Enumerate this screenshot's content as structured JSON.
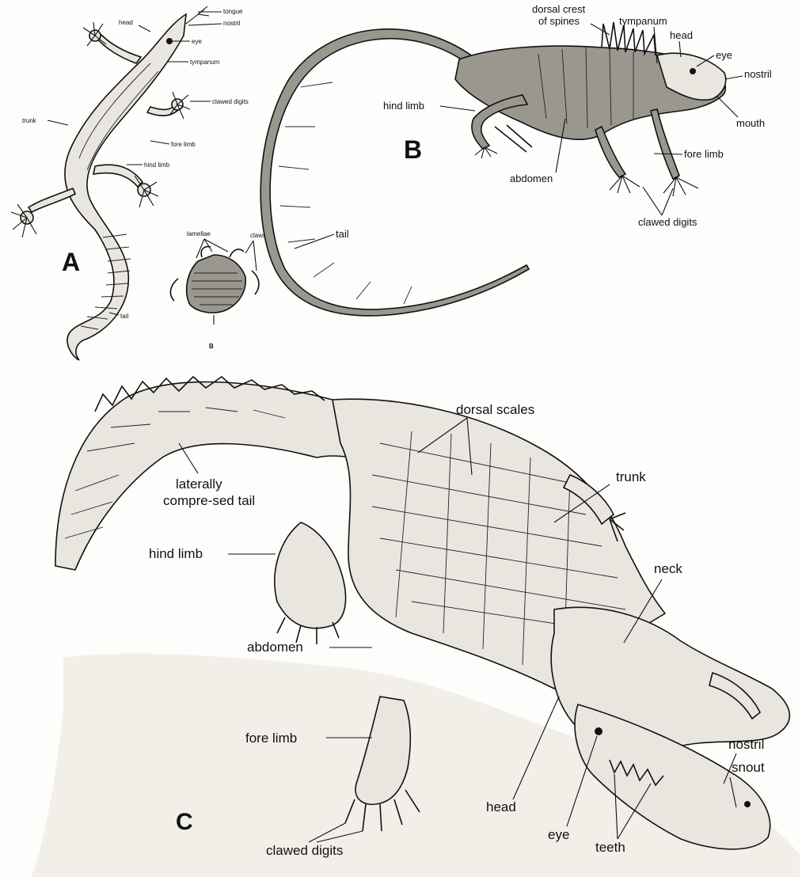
{
  "colors": {
    "ink": "#111111",
    "paper": "#fdfdfb",
    "body_light": "#e8e6df",
    "body_dark": "#9a978f"
  },
  "panels": {
    "a": {
      "letter": "A",
      "labels": {
        "head": "head",
        "tongue": "tongue",
        "nostril": "nostril",
        "eye": "eye",
        "tympanum": "tympanum",
        "clawed_digits": "clawed digits",
        "trunk": "trunk",
        "fore_limb": "fore limb",
        "hind_limb": "hind limb",
        "tail": "tail"
      },
      "inset": {
        "letter": "B",
        "labels": {
          "lamellae": "lamellae",
          "claws": "claws"
        }
      }
    },
    "b": {
      "letter": "B",
      "labels": {
        "dorsal_crest_line1": "dorsal crest",
        "dorsal_crest_line2": "of spines",
        "tympanum": "tympanum",
        "head": "head",
        "eye": "eye",
        "nostril": "nostril",
        "mouth": "mouth",
        "hind_limb": "hind limb",
        "abdomen": "abdomen",
        "fore_limb": "fore limb",
        "clawed_digits": "clawed digits",
        "tail": "tail"
      }
    },
    "c": {
      "letter": "C",
      "labels": {
        "dorsal_scales": "dorsal scales",
        "laterally_line1": "laterally",
        "laterally_line2": "compre-sed tail",
        "trunk": "trunk",
        "hind_limb": "hind limb",
        "neck": "neck",
        "abdomen": "abdomen",
        "fore_limb": "fore limb",
        "nostril": "nostril",
        "snout": "snout",
        "head": "head",
        "eye": "eye",
        "teeth": "teeth",
        "clawed_digits": "clawed digits"
      }
    }
  }
}
